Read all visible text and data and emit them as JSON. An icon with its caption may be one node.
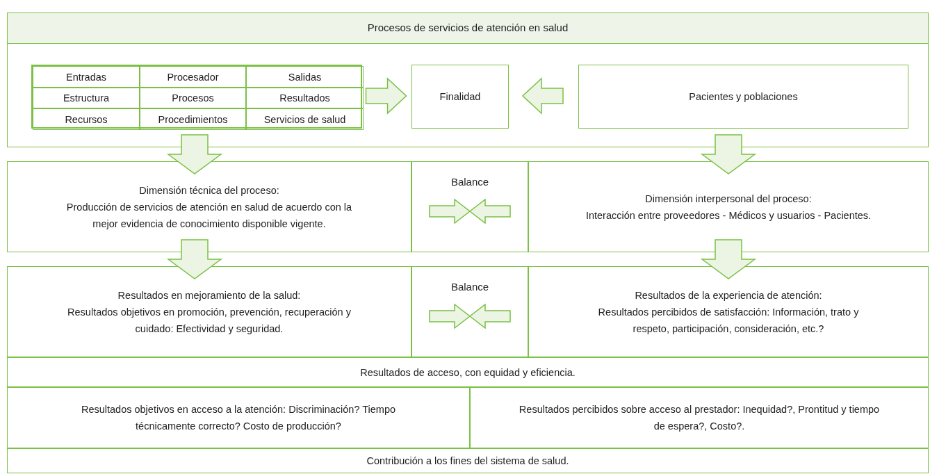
{
  "diagram": {
    "nodes": [
      {
        "text": [
          "Procesos de servicios de atención en salud"
        ]
      },
      {
        "text": [],
        "shape": "box",
        "in": 0
      },
      {
        "text": [
          "Entradas"
        ],
        "in": 1
      },
      {
        "text": [
          "Procesador"
        ],
        "in": 1
      },
      {
        "text": [
          "Salidas"
        ],
        "in": 1
      },
      {
        "text": [
          "Estructura"
        ],
        "in": 1
      },
      {
        "text": [
          "Procesos"
        ],
        "in": 1
      },
      {
        "text": [
          "Resultados"
        ],
        "in": 1
      },
      {
        "text": [
          "Recursos"
        ],
        "in": 1
      },
      {
        "text": [
          "Procedimientos"
        ],
        "in": 1
      },
      {
        "text": [
          "Servicios de salud"
        ],
        "in": 1
      },
      {
        "text": [
          "Finalidad"
        ],
        "in": 0
      },
      {
        "text": [
          "Pacientes y poblaciones"
        ],
        "in": 0
      },
      {
        "text": [
          "Dimensión técnica del proceso:",
          "Producción de servicios de atención en salud de acuerdo con la mejor evidencia de conocimiento disponible vigente."
        ]
      },
      {
        "text": [
          "Balance"
        ]
      },
      {
        "text": [
          "Dimensión interpersonal del proceso:",
          "Interacción entre proveedores - Médicos y usuarios - Pacientes."
        ]
      },
      {
        "text": [
          "Resultados en mejoramiento de la salud:",
          "Resultados objetivos en promoción, prevención, recuperación y cuidado: Efectividad y seguridad."
        ]
      },
      {
        "text": [
          "Balance"
        ]
      },
      {
        "text": [
          "Resultados de la experiencia de atención:",
          "Resultados percibidos de satisfacción: Información, trato y respeto, participación, consideración, etc.?"
        ]
      },
      {
        "text": [
          "Resultados de acceso, con equidad y eficiencia."
        ]
      },
      {
        "text": [
          "Resultados objetivos en acceso a la atención: Discriminación? Tiempo técnicamente correcto? Costo de producción?"
        ]
      },
      {
        "text": [
          "Resultados percibidos sobre acceso al prestador: Inequidad?, Prontitud y tiempo de espera?, Costo?."
        ]
      },
      {
        "text": [
          "Contribución a los fines del sistema de salud."
        ]
      }
    ],
    "edges": [
      {
        "from": 1,
        "to": 11,
        "arrow": "to"
      },
      {
        "from": 12,
        "to": 11,
        "arrow": "to"
      },
      {
        "from": 1,
        "to": 13,
        "arrow": "to"
      },
      {
        "from": 12,
        "to": 15,
        "arrow": "to"
      },
      {
        "from": 13,
        "to": 16,
        "arrow": "to"
      },
      {
        "from": 15,
        "to": 18,
        "arrow": "to"
      }
    ]
  }
}
